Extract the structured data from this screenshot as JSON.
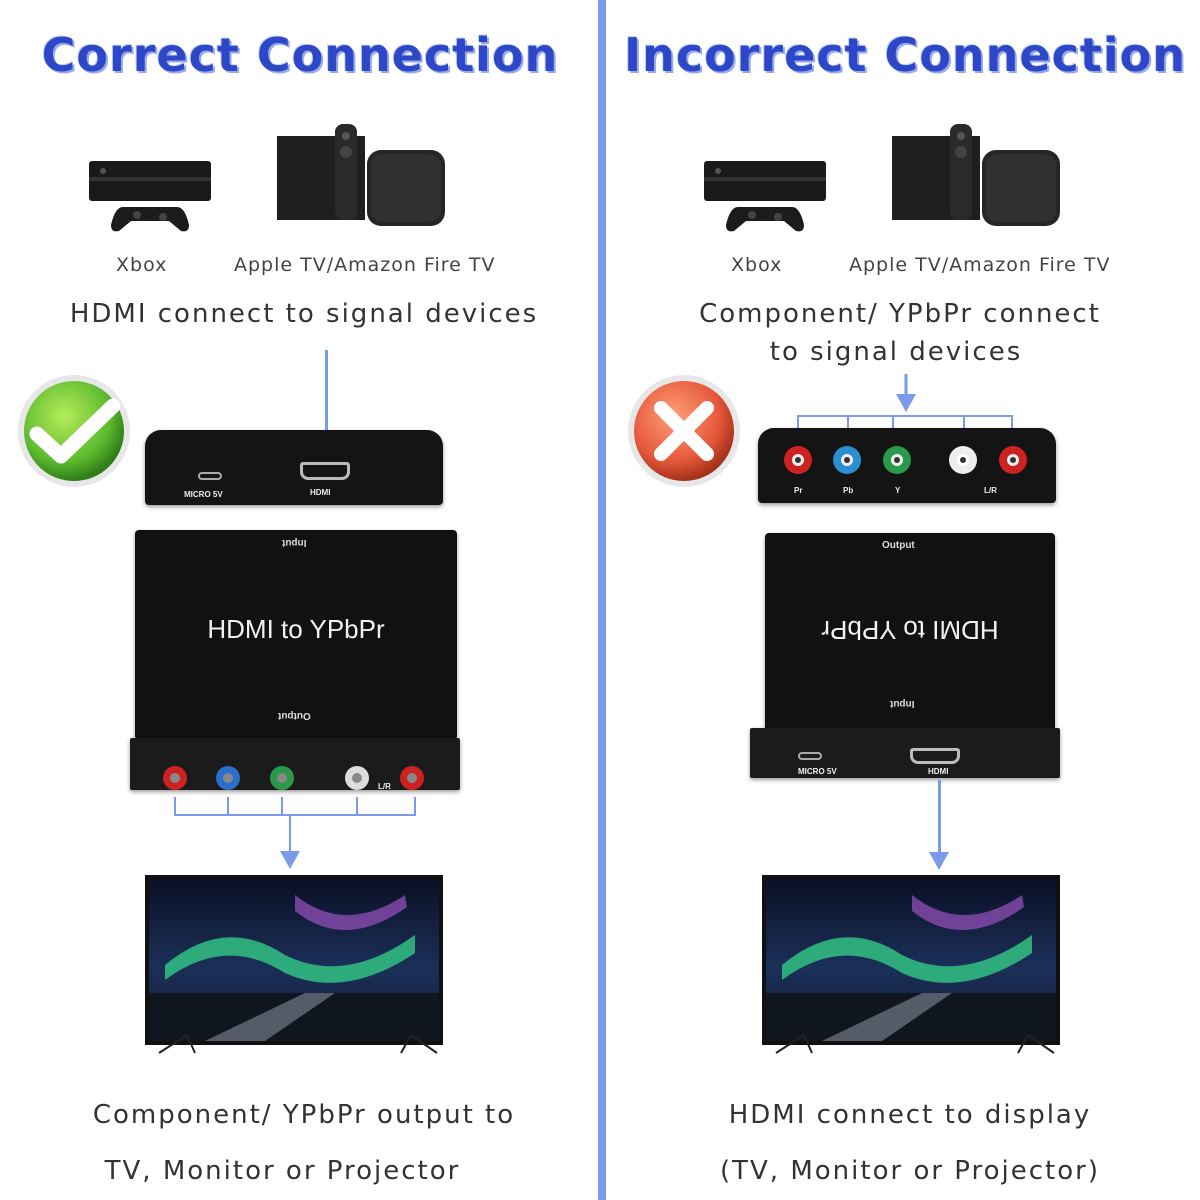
{
  "left": {
    "title": "Correct Connection",
    "device_xbox": "Xbox",
    "device_apple": "Apple  TV/Amazon  Fire  TV",
    "caption": "HDMI connect to signal devices",
    "back_port_micro": "MICRO 5V",
    "back_port_hdmi": "HDMI",
    "box_label": "HDMI to YPbPr",
    "box_input": "Input",
    "box_output": "Output",
    "box_lr": "L/R",
    "bottom_line1": "Component/ YPbPr output to",
    "bottom_line2": "TV, Monitor or Projector",
    "status_icon": "check-icon"
  },
  "right": {
    "title": "Incorrect Connection",
    "device_xbox": "Xbox",
    "device_apple": "Apple  TV/Amazon  Fire  TV",
    "caption_line1": "Component/ YPbPr connect",
    "caption_line2": "to signal devices",
    "port_pr": "Pr",
    "port_pb": "Pb",
    "port_y": "Y",
    "port_lr": "L/R",
    "box_label": "HDMI to YPbPr",
    "box_input": "Input",
    "box_output": "Output",
    "back_port_micro": "MICRO 5V",
    "back_port_hdmi": "HDMI",
    "bottom_line1": "HDMI connect to display",
    "bottom_line2": "(TV, Monitor or Projector)",
    "status_icon": "cross-icon"
  },
  "colors": {
    "title": "#2c47c7",
    "divider": "#7b9bea",
    "arrow": "#7b9bea",
    "check_green": "#5dbb2f",
    "cross_red": "#e5573a"
  }
}
